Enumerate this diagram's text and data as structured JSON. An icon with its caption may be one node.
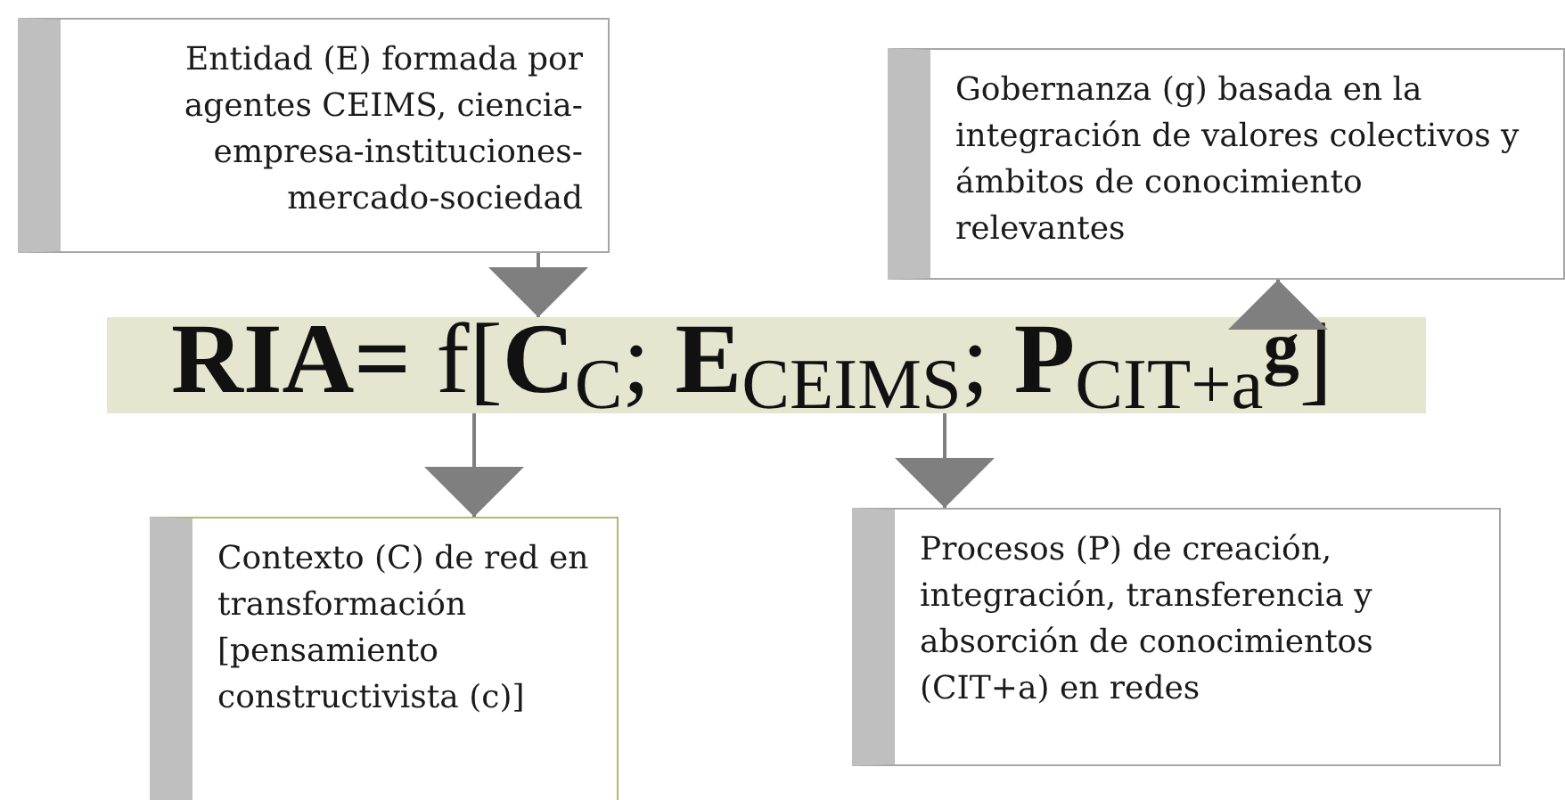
{
  "diagram": {
    "nodes": [
      {
        "text": [
          "Entidad (E) formada por agentes CEIMS, ciencia-empresa-instituciones-mercado-sociedad"
        ]
      },
      {
        "text": [
          "Gobernanza (g) basada en la integración de valores colectivos y ámbitos de conocimiento relevantes"
        ]
      },
      {
        "text": [
          "**RIA=** f[**C**$_{C}$; **E**$_{CEIMS}$; **P**$_{CIT+a}$$^{g}$]"
        ]
      },
      {
        "text": [
          "Contexto (C) de red en transformación [pensamiento constructivista (c)]"
        ]
      },
      {
        "text": [
          "Procesos (P) de creación, integración, transferencia y absorción de conocimientos (CIT+a) en redes"
        ]
      }
    ],
    "edges": [
      {
        "from": 0,
        "to": 2,
        "arrow": "to"
      },
      {
        "from": 2,
        "to": 1,
        "arrow": "to"
      },
      {
        "from": 2,
        "to": 3,
        "arrow": "to"
      },
      {
        "from": 2,
        "to": 4,
        "arrow": "to"
      }
    ]
  }
}
